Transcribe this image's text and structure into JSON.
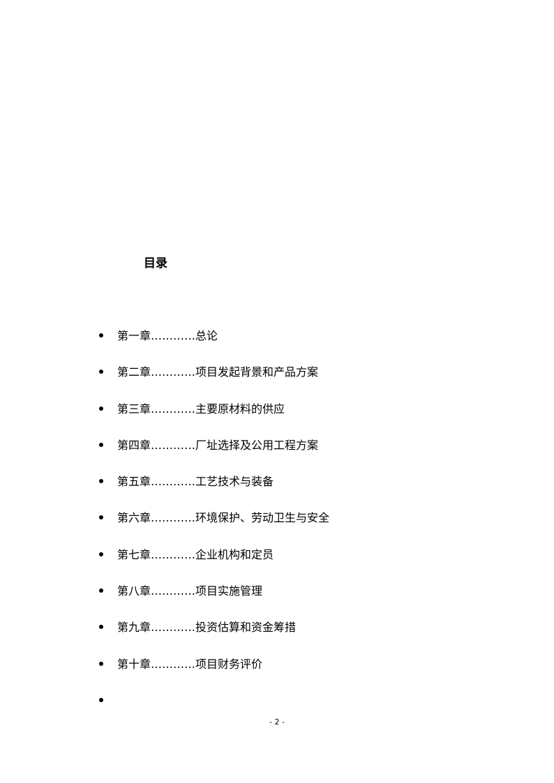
{
  "title": "目录",
  "toc": [
    {
      "chapter": "第一章",
      "leader": "…………",
      "name": "总论"
    },
    {
      "chapter": "第二章",
      "leader": "…………",
      "name": "项目发起背景和产品方案"
    },
    {
      "chapter": "第三章",
      "leader": "…………",
      "name": "主要原材料的供应"
    },
    {
      "chapter": "第四章",
      "leader": "…………",
      "name": "厂址选择及公用工程方案"
    },
    {
      "chapter": "第五章",
      "leader": "…………",
      "name": "工艺技术与装备"
    },
    {
      "chapter": "第六章",
      "leader": "…………",
      "name": "环境保护、劳动卫生与安全"
    },
    {
      "chapter": "第七章",
      "leader": "…………",
      "name": "企业机构和定员"
    },
    {
      "chapter": "第八章",
      "leader": "…………",
      "name": "项目实施管理"
    },
    {
      "chapter": "第九章",
      "leader": "…………",
      "name": "投资估算和资金筹措"
    },
    {
      "chapter": "第十章",
      "leader": "…………",
      "name": "项目财务评价"
    },
    {
      "chapter": "",
      "leader": "",
      "name": ""
    }
  ],
  "page_number": "- 2 -"
}
